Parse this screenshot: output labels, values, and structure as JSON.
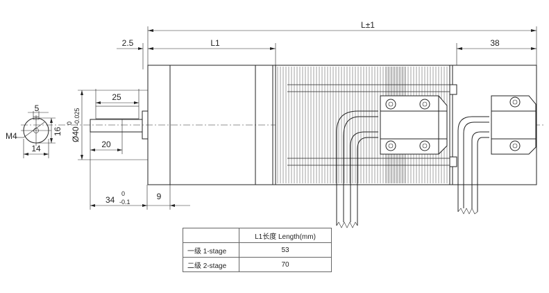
{
  "dimensions": {
    "total_length": "L±1",
    "l1": "L1",
    "flange_offset": "2.5",
    "encoder_length": "38",
    "key_length": "25",
    "shaft_diameter": "Ø40",
    "shaft_diameter_tol_upper": "0",
    "shaft_diameter_tol_lower": "-0.025",
    "shaft_length_inner": "20",
    "shaft_length_total": "34",
    "shaft_length_tol_upper": "0",
    "shaft_length_tol_lower": "-0.1",
    "flange_thickness": "9",
    "end_key_width": "5",
    "end_flat_height": "16",
    "end_thread": "M4",
    "end_diameter": "14"
  },
  "table": {
    "header": "L1长度 Length(mm)",
    "rows": [
      {
        "label": "一级 1-stage",
        "value": "53"
      },
      {
        "label": "二级 2-stage",
        "value": "70"
      }
    ]
  }
}
